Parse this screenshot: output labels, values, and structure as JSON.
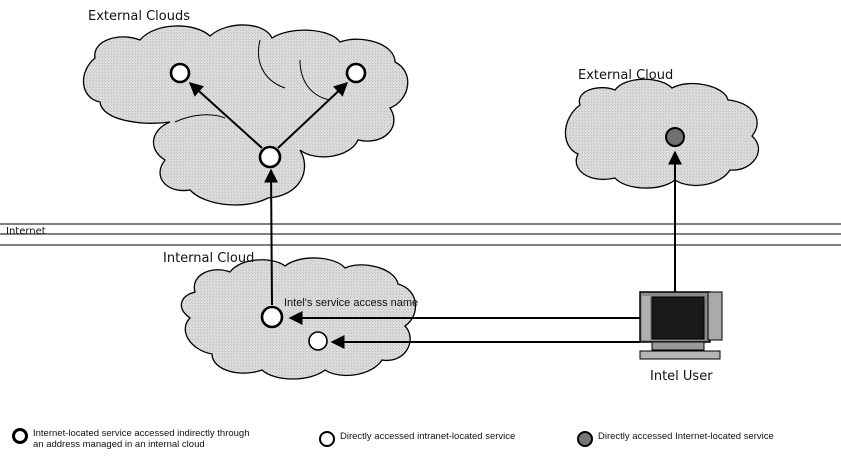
{
  "labels": {
    "external_clouds": "External Clouds",
    "external_cloud": "External Cloud",
    "internet": "Internet",
    "internal_cloud": "Internal Cloud",
    "service_access_name": "Intel's service access name",
    "intel_user": "Intel User"
  },
  "legend": [
    {
      "icon": "thick-outline-circle",
      "text_line1": "Internet-located service accessed indirectly through",
      "text_line2": "an address managed in an internal cloud"
    },
    {
      "icon": "thin-outline-circle",
      "text_line1": "Directly accessed intranet-located service",
      "text_line2": ""
    },
    {
      "icon": "filled-gray-circle",
      "text_line1": "Directly accessed Internet-located service",
      "text_line2": ""
    }
  ],
  "colors": {
    "cloud_fill": "#d6d6d6",
    "line": "#000000",
    "filled_service": "#707070"
  }
}
